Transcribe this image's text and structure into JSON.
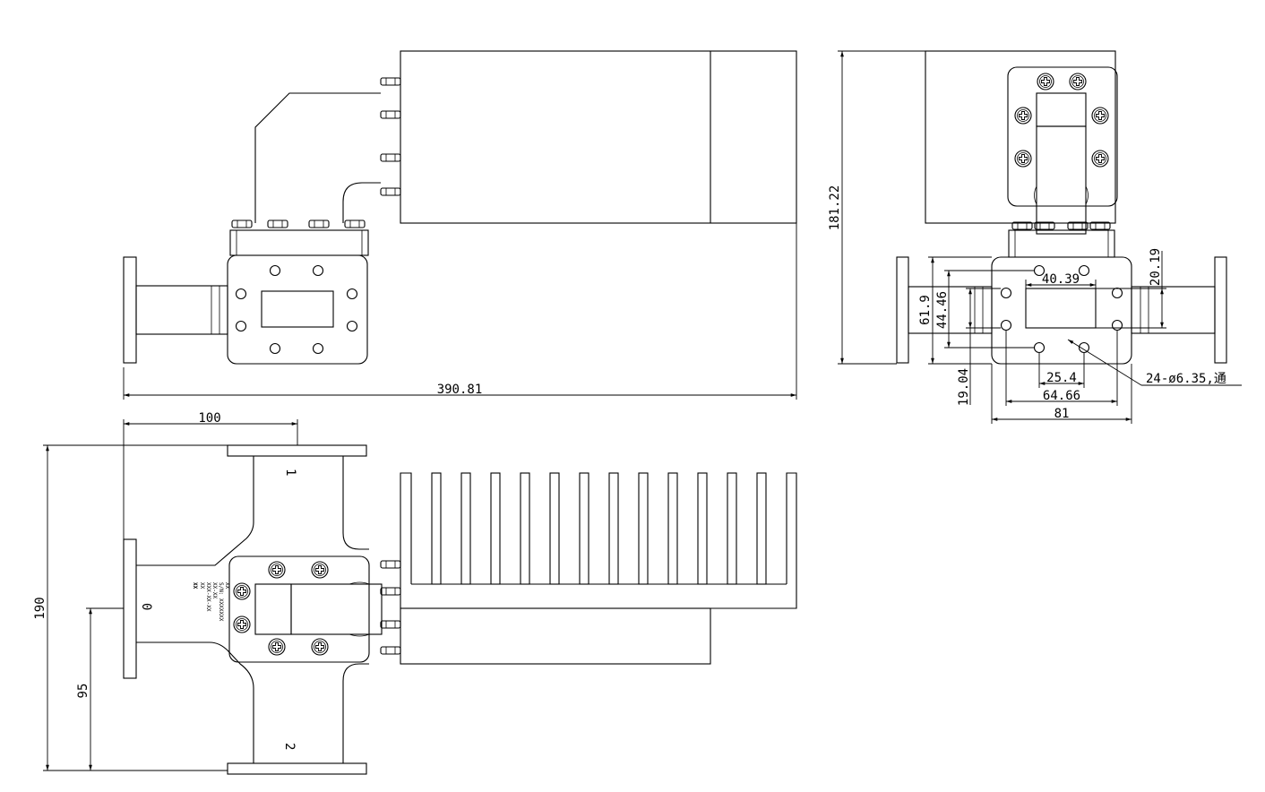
{
  "drawing": {
    "dimensions": {
      "overall_length": "390.81",
      "height_side": "181.22",
      "flange_61_9": "61.9",
      "flange_44_46": "44.46",
      "flange_19_04": "19.04",
      "flange_40_39": "40.39",
      "flange_20_19": "20.19",
      "flange_25_4": "25.4",
      "flange_64_66": "64.66",
      "flange_81": "81",
      "holes_callout": "24-ø6.35,通",
      "top_100": "100",
      "left_190": "190",
      "left_95": "95"
    },
    "port_labels": {
      "port_0": "0",
      "port_1": "1",
      "port_2": "2"
    },
    "nameplate_lines": [
      "XX",
      "XX",
      "XXX-XX-XX",
      "XX-XX",
      "S/N: XXXXXXX",
      "XX"
    ]
  }
}
